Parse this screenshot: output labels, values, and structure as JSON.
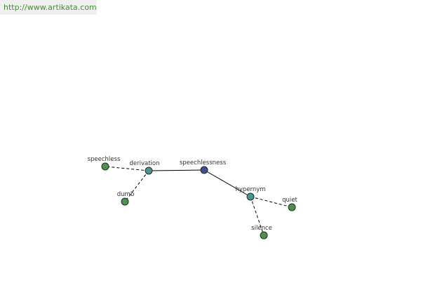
{
  "header": {
    "url_text": "http://www.artikata.com"
  },
  "colors": {
    "center": "#3f4f8f",
    "relation": "#4f8f8f",
    "leaf": "#4f8f4f"
  },
  "graph": {
    "nodes": [
      {
        "id": "speechlessness",
        "label": "speechlessness",
        "kind": "center"
      },
      {
        "id": "derivation",
        "label": "derivation",
        "kind": "relation"
      },
      {
        "id": "hypernym",
        "label": "hypernym",
        "kind": "relation"
      },
      {
        "id": "speechless",
        "label": "speechless",
        "kind": "leaf"
      },
      {
        "id": "dumb",
        "label": "dumb",
        "kind": "leaf"
      },
      {
        "id": "quiet",
        "label": "quiet",
        "kind": "leaf"
      },
      {
        "id": "silence",
        "label": "silence",
        "kind": "leaf"
      }
    ],
    "edges": [
      {
        "from": "speechlessness",
        "to": "derivation",
        "style": "solid"
      },
      {
        "from": "speechlessness",
        "to": "hypernym",
        "style": "solid"
      },
      {
        "from": "derivation",
        "to": "speechless",
        "style": "dashed"
      },
      {
        "from": "derivation",
        "to": "dumb",
        "style": "dashed"
      },
      {
        "from": "hypernym",
        "to": "quiet",
        "style": "dashed"
      },
      {
        "from": "hypernym",
        "to": "silence",
        "style": "dashed"
      }
    ]
  }
}
